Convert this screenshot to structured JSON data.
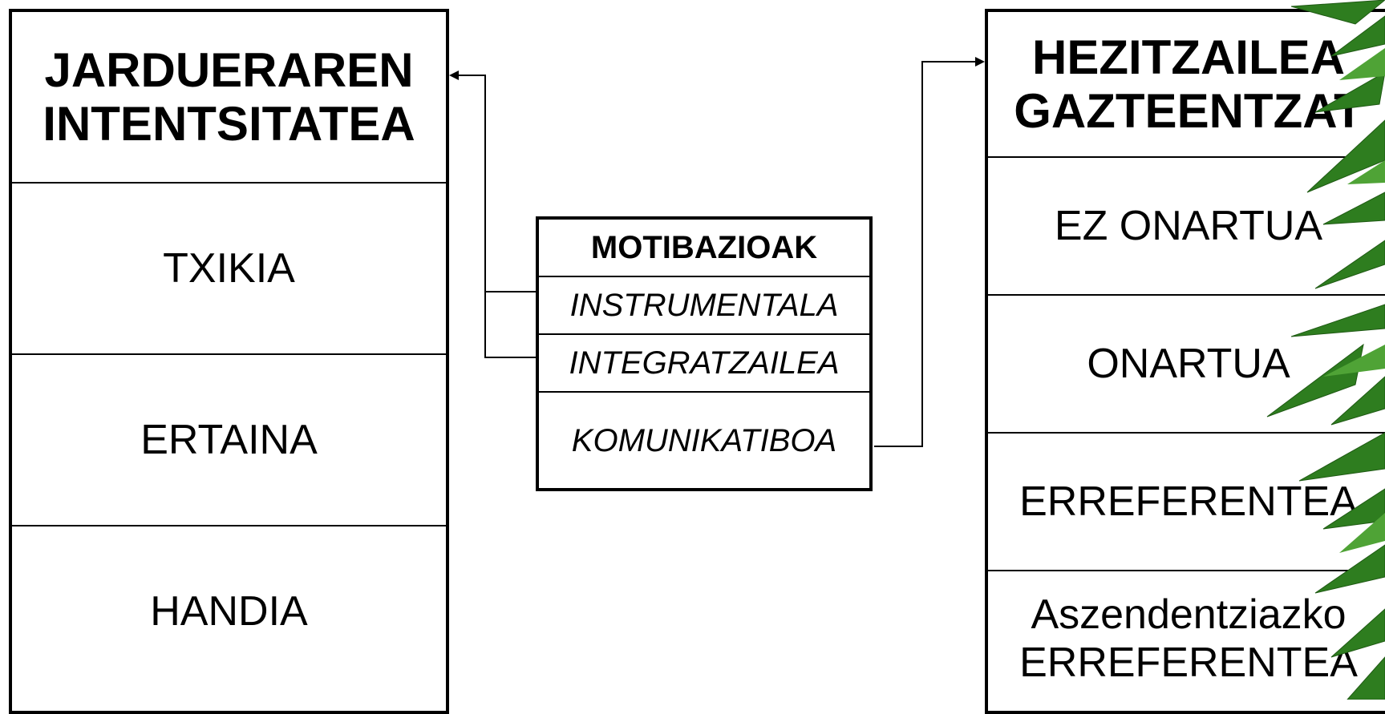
{
  "left_table": {
    "header": "JARDUERAREN INTENTSITATEA",
    "rows": [
      "TXIKIA",
      "ERTAINA",
      "HANDIA"
    ]
  },
  "middle_table": {
    "header": "MOTIBAZIOAK",
    "rows": [
      "INSTRUMENTALA",
      "INTEGRATZAILEA",
      "KOMUNIKATIBOA"
    ]
  },
  "right_table": {
    "header": "HEZITZAILEA GAZTEENTZAT",
    "rows": [
      "EZ ONARTUA",
      "ONARTUA",
      "ERREFERENTEA",
      "Aszendentziazko ERREFERENTEA"
    ]
  },
  "colors": {
    "lines": "#000000",
    "foliage": "#2e7d1f",
    "background": "#ffffff"
  },
  "decoration": "green-leaves-icon"
}
